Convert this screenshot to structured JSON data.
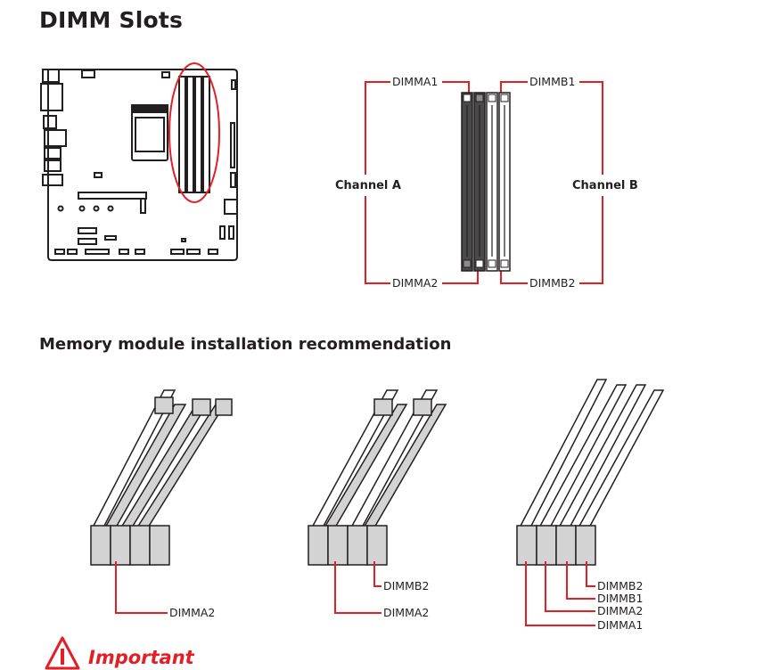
{
  "page": {
    "title": "DIMM Slots",
    "section_title": "Memory module installation recommendation",
    "important_label": "Important"
  },
  "colors": {
    "accent_red": "#e31e25",
    "text_dark": "#231f20",
    "slot_dark": "#4a4a4a",
    "slot_gray": "#8c8c8c",
    "module_fill": "#d3d3d3"
  },
  "slot_diagram": {
    "channel_a_label": "Channel A",
    "channel_b_label": "Channel B",
    "slots": [
      {
        "name": "DIMMA1",
        "channel": "A",
        "position": "top-left"
      },
      {
        "name": "DIMMA2",
        "channel": "A",
        "position": "bottom-left"
      },
      {
        "name": "DIMMB1",
        "channel": "B",
        "position": "top-right"
      },
      {
        "name": "DIMMB2",
        "channel": "B",
        "position": "bottom-right"
      }
    ]
  },
  "recommendations": [
    {
      "modules": 1,
      "labels": [
        "DIMMA2"
      ]
    },
    {
      "modules": 2,
      "labels": [
        "DIMMB2",
        "DIMMA2"
      ]
    },
    {
      "modules": 4,
      "labels": [
        "DIMMB2",
        "DIMMB1",
        "DIMMA2",
        "DIMMA1"
      ]
    }
  ]
}
